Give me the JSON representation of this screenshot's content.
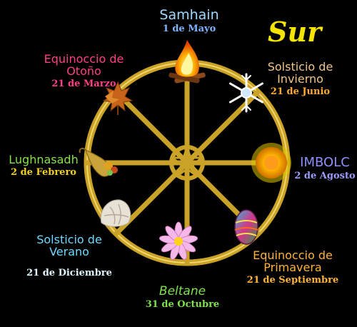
{
  "title": "Sur",
  "colors": {
    "background": "#000000",
    "wheel": "#c9a227",
    "title": "#f4e400"
  },
  "festivals": [
    {
      "id": "samhain",
      "name": "Samhain",
      "date": "1 de Mayo",
      "name_color": "#9fd8ff",
      "date_color": "#7db4ff",
      "icon": "fire-icon"
    },
    {
      "id": "solsticio-invierno",
      "name": "Solsticio de Invierno",
      "date": "21 de Junio",
      "name_color": "#f2c48a",
      "date_color": "#ffaa33",
      "icon": "snowflake-icon"
    },
    {
      "id": "imbolc",
      "name": "IMBOLC",
      "date": "2 de Agosto",
      "name_color": "#8f8fff",
      "date_color": "#9c9cff",
      "icon": "sun-icon"
    },
    {
      "id": "equinoccio-primavera",
      "name": "Equinoccio de Primavera",
      "date": "21 de Septiembre",
      "name_color": "#ffb238",
      "date_color": "#ffb238",
      "icon": "painted-egg-icon"
    },
    {
      "id": "beltane",
      "name": "Beltane",
      "date": "31 de Octubre",
      "name_color": "#7ee04a",
      "date_color": "#7ee04a",
      "icon": "flower-icon"
    },
    {
      "id": "solsticio-verano",
      "name": "Solsticio de Verano",
      "date": "21 de Diciembre",
      "name_color": "#6fd8ff",
      "date_color": "#dff6ff",
      "icon": "seashell-icon"
    },
    {
      "id": "lughnasadh",
      "name": "Lughnasadh",
      "date": "2 de Febrero",
      "name_color": "#88e04a",
      "date_color": "#f0d020",
      "icon": "cornucopia-icon"
    },
    {
      "id": "equinoccio-otono",
      "name": "Equinoccio de Otoño",
      "date": "21 de Marzo",
      "name_color": "#ff3f87",
      "date_color": "#ff3f87",
      "icon": "autumn-leaf-icon"
    }
  ]
}
